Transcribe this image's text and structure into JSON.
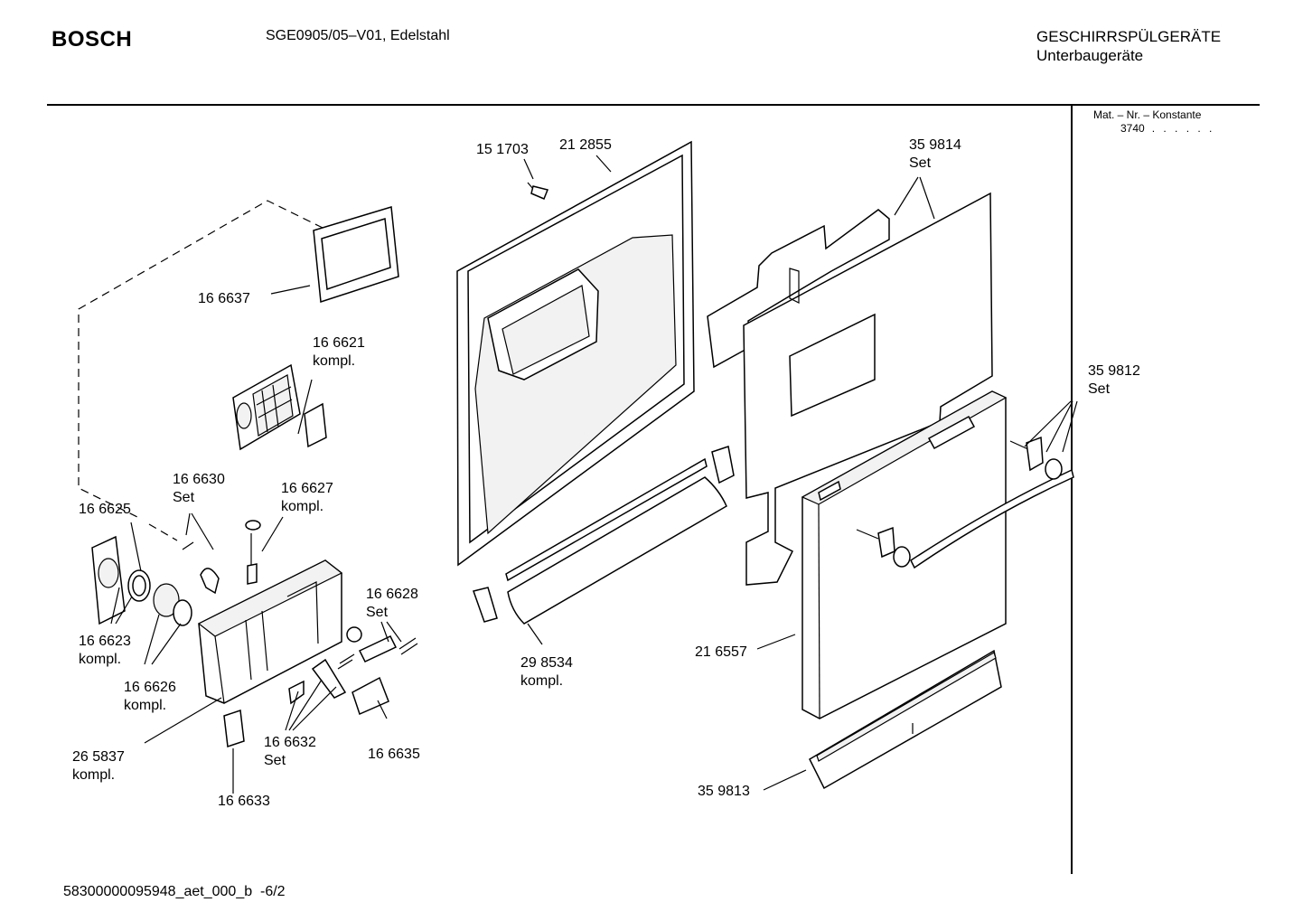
{
  "header": {
    "brand": "BOSCH",
    "model": "SGE0905/05–V01, Edelstahl",
    "category_line1": "GESCHIRRSPÜLGERÄTE",
    "category_line2": "Unterbaugeräte"
  },
  "material_box": {
    "heading": "Mat. – Nr. – Konstante",
    "value": "3740",
    "dots": ". . . . . ."
  },
  "parts": [
    {
      "number": "15 1703",
      "note": ""
    },
    {
      "number": "21 2855",
      "note": ""
    },
    {
      "number": "35 9814",
      "note": "Set"
    },
    {
      "number": "16 6637",
      "note": ""
    },
    {
      "number": "16 6621",
      "note": "kompl."
    },
    {
      "number": "35 9812",
      "note": "Set"
    },
    {
      "number": "16 6630",
      "note": "Set"
    },
    {
      "number": "16 6627",
      "note": "kompl."
    },
    {
      "number": "16 6625",
      "note": ""
    },
    {
      "number": "16 6628",
      "note": "Set"
    },
    {
      "number": "16 6623",
      "note": "kompl."
    },
    {
      "number": "29 8534",
      "note": "kompl."
    },
    {
      "number": "21 6557",
      "note": ""
    },
    {
      "number": "16 6626",
      "note": "kompl."
    },
    {
      "number": "26 5837",
      "note": "kompl."
    },
    {
      "number": "16 6632",
      "note": "Set"
    },
    {
      "number": "16 6635",
      "note": ""
    },
    {
      "number": "35 9813",
      "note": ""
    },
    {
      "number": "16 6633",
      "note": ""
    }
  ],
  "footer": {
    "doc_id": "58300000095948_aet_000_b",
    "page": "-6/2"
  }
}
